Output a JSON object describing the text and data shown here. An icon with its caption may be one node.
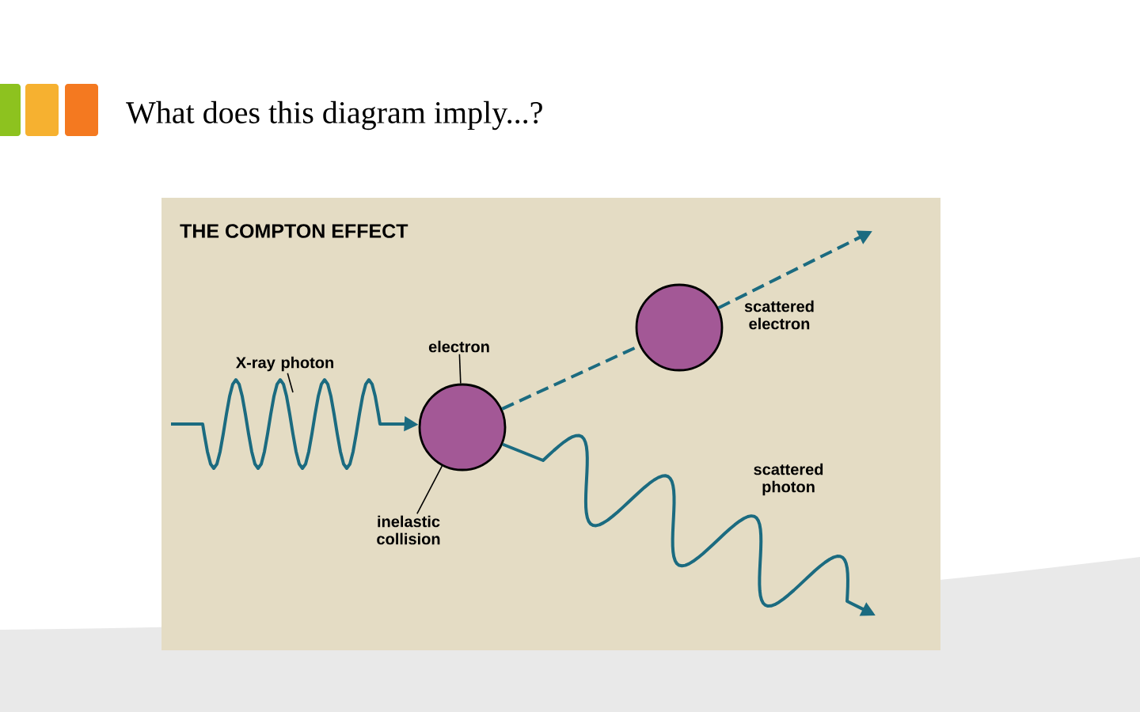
{
  "diagram": {
    "title": "What does this diagram imply...?",
    "nodes": [
      {
        "text": [],
        "shape": "circle"
      },
      {
        "text": [],
        "shape": "circle",
        "beside": [
          "scattered electron"
        ]
      },
      {
        "text": [
          "electron"
        ]
      },
      {
        "text": [
          "X-ray photon"
        ]
      },
      {
        "text": [
          "inelastic collision"
        ]
      }
    ],
    "edges": [
      {
        "from": null,
        "to": 0,
        "arrow": "to"
      },
      {
        "from": 0,
        "to": 1,
        "arrow": "none",
        "style": "dashed"
      },
      {
        "from": 1,
        "to": null,
        "arrow": "to",
        "style": "dashed"
      },
      {
        "from": 0,
        "to": null,
        "arrow": "to"
      },
      {
        "from": 2,
        "to": 0,
        "arrow": "none",
        "color": "#000000"
      },
      {
        "from": 3,
        "to": null,
        "arrow": "none",
        "color": "#000000"
      },
      {
        "from": 4,
        "to": 0,
        "arrow": "none",
        "color": "#000000"
      }
    ],
    "labels": [
      "THE COMPTON EFFECT",
      "scattered photon"
    ]
  }
}
